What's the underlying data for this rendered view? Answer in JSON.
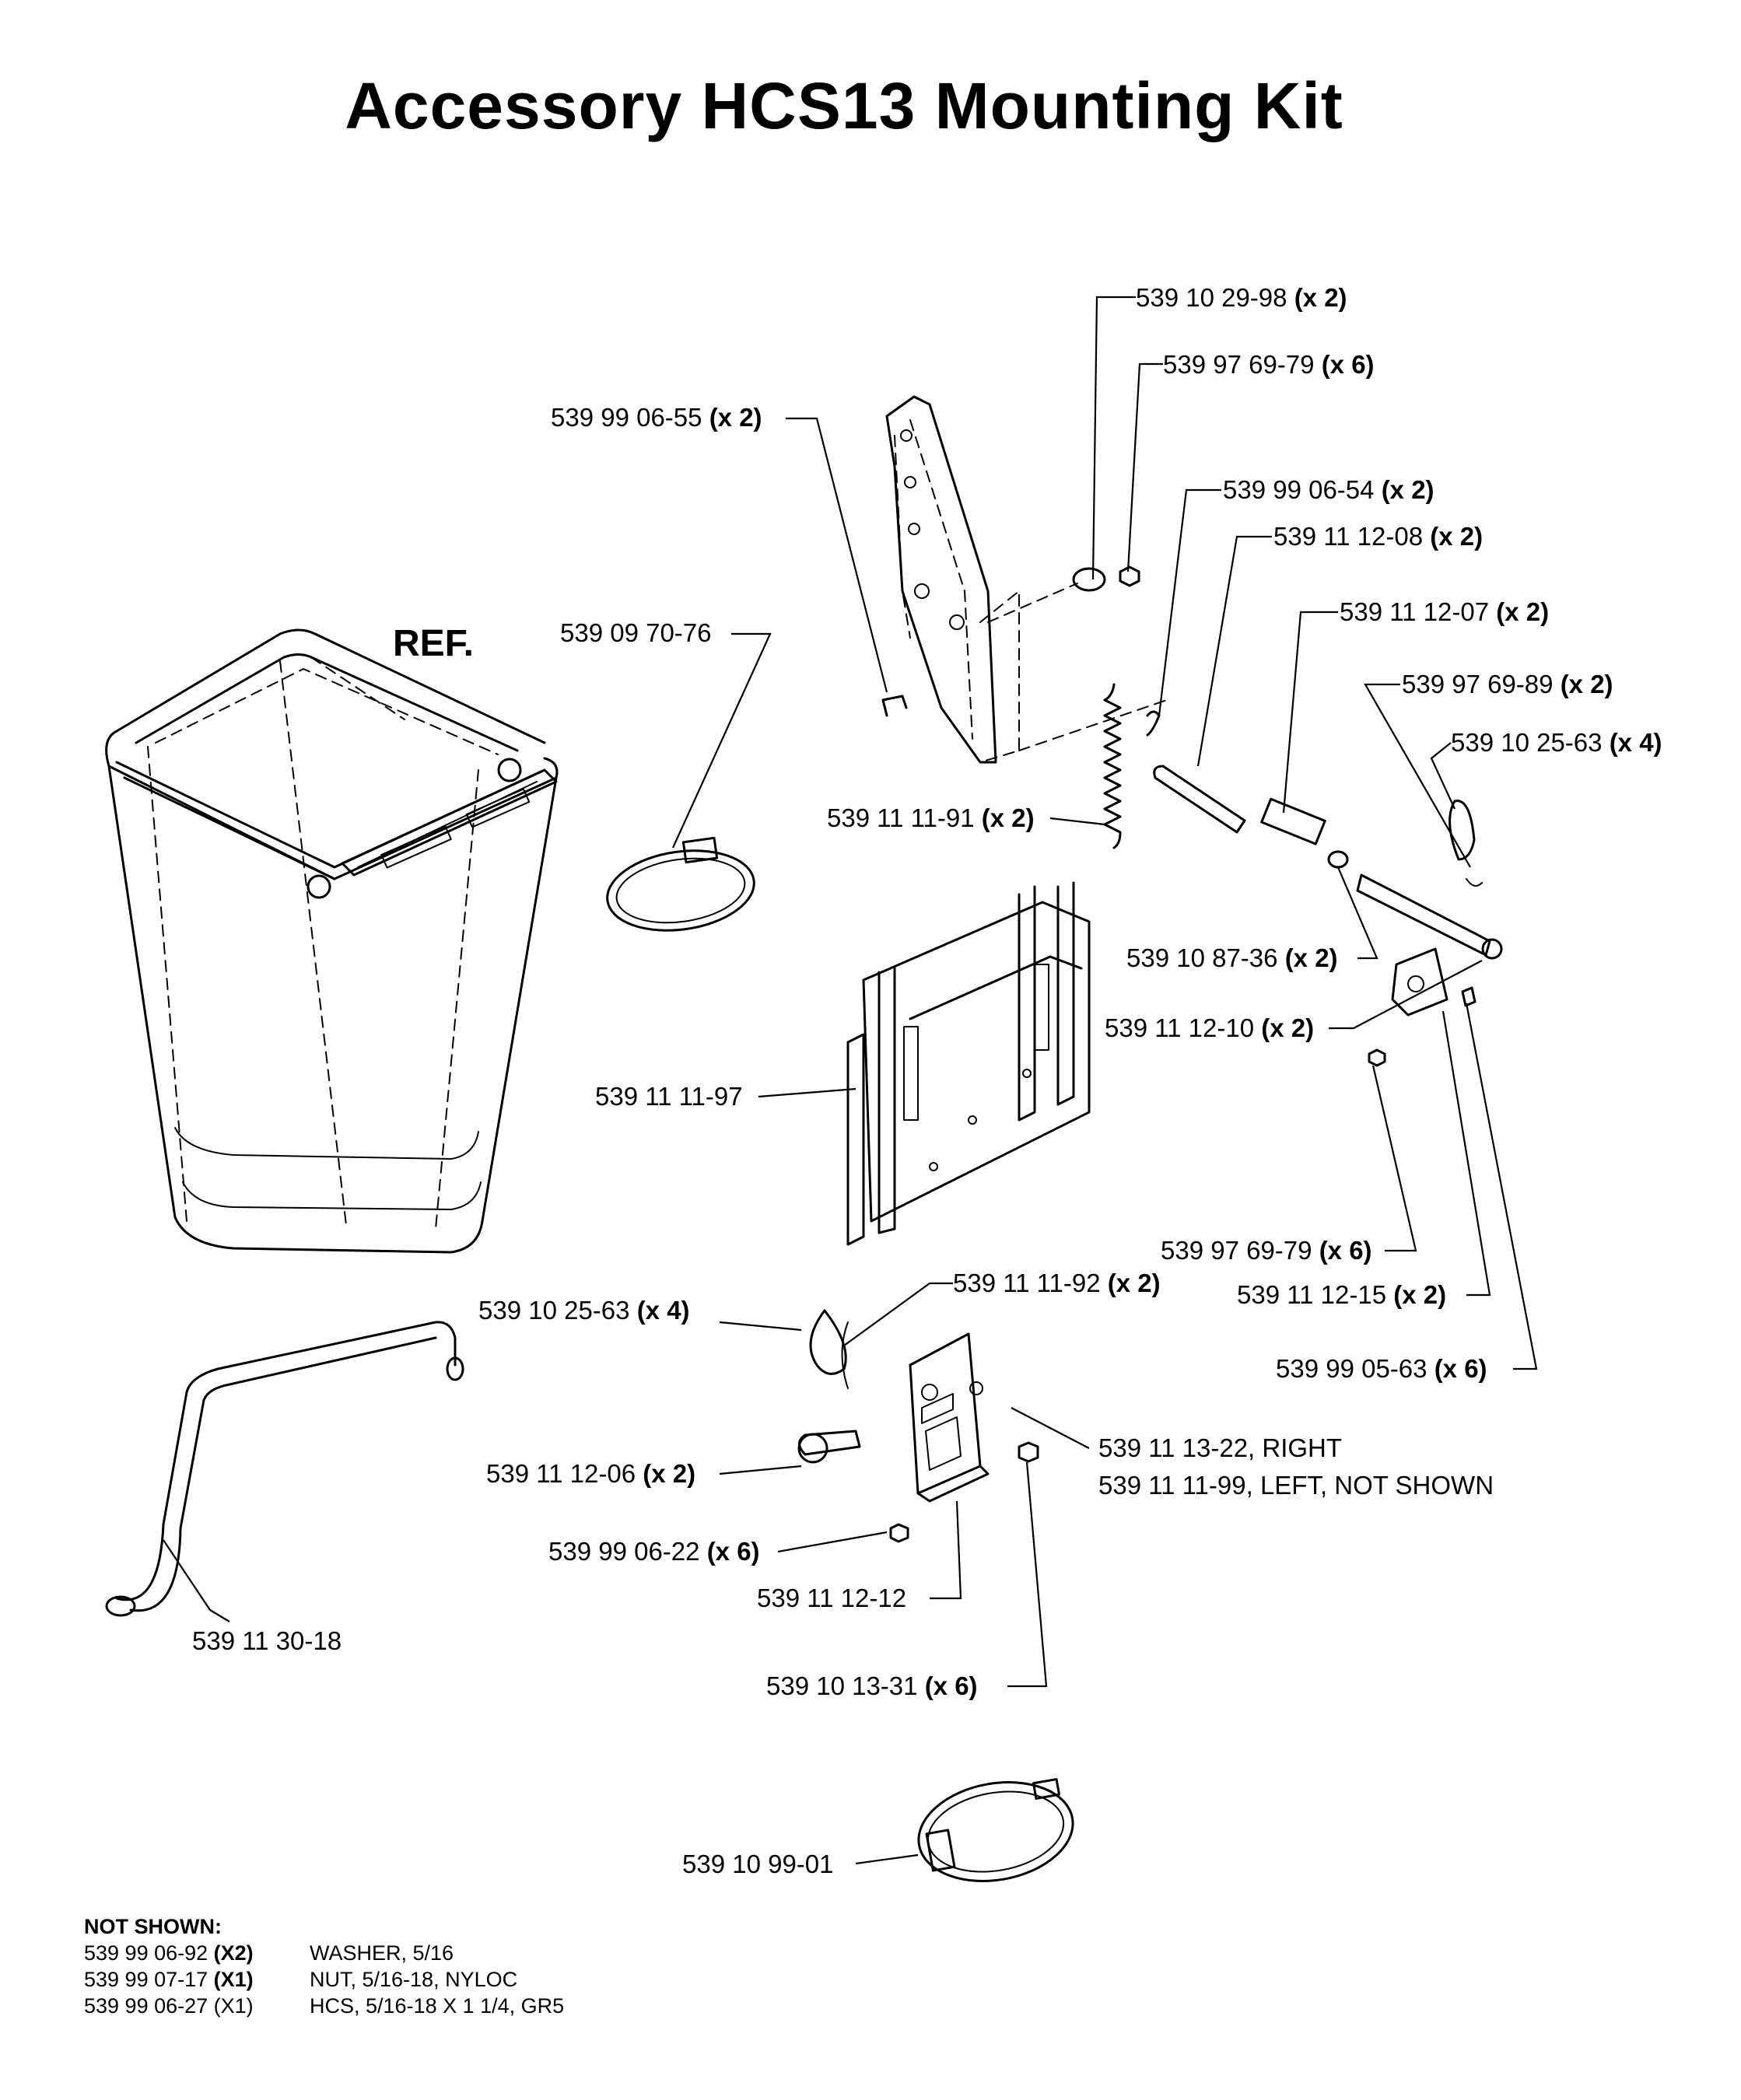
{
  "title": "Accessory HCS13 Mounting Kit",
  "ref_label": "REF.",
  "callouts": [
    {
      "id": "c1",
      "part": "539 10 29-98",
      "qty": "(x 2)"
    },
    {
      "id": "c2",
      "part": "539 97 69-79",
      "qty": "(x 6)"
    },
    {
      "id": "c3",
      "part": "539 99 06-55",
      "qty": "(x 2)"
    },
    {
      "id": "c4",
      "part": "539 99 06-54",
      "qty": "(x 2)"
    },
    {
      "id": "c5",
      "part": "539 11 12-08",
      "qty": "(x 2)"
    },
    {
      "id": "c6",
      "part": "539 11 12-07",
      "qty": "(x 2)"
    },
    {
      "id": "c7",
      "part": "539 09 70-76",
      "qty": ""
    },
    {
      "id": "c8",
      "part": "539 97 69-89",
      "qty": "(x 2)"
    },
    {
      "id": "c9",
      "part": "539 10 25-63",
      "qty": "(x 4)"
    },
    {
      "id": "c10",
      "part": "539 11 11-91",
      "qty": "(x 2)"
    },
    {
      "id": "c11",
      "part": "539 10 87-36",
      "qty": "(x 2)"
    },
    {
      "id": "c12",
      "part": "539 11 12-10",
      "qty": "(x 2)"
    },
    {
      "id": "c13",
      "part": "539 11 11-97",
      "qty": ""
    },
    {
      "id": "c14",
      "part": "539 97 69-79",
      "qty": "(x 6)"
    },
    {
      "id": "c15",
      "part": "539 10 25-63",
      "qty": "(x 4)"
    },
    {
      "id": "c16",
      "part": "539 11 11-92",
      "qty": "(x 2)"
    },
    {
      "id": "c17",
      "part": "539 11 12-15",
      "qty": "(x 2)"
    },
    {
      "id": "c18",
      "part": "539 99 05-63",
      "qty": "(x 6)"
    },
    {
      "id": "c19",
      "part": "539 11 13-22, RIGHT",
      "qty": ""
    },
    {
      "id": "c20",
      "part": "539 11 11-99, LEFT, NOT SHOWN",
      "qty": ""
    },
    {
      "id": "c21",
      "part": "539 11 12-06",
      "qty": "(x 2)"
    },
    {
      "id": "c22",
      "part": "539 99 06-22",
      "qty": "(x 6)"
    },
    {
      "id": "c23",
      "part": "539 11 12-12",
      "qty": ""
    },
    {
      "id": "c24",
      "part": "539 11 30-18",
      "qty": ""
    },
    {
      "id": "c25",
      "part": "539 10 13-31",
      "qty": "(x 6)"
    },
    {
      "id": "c26",
      "part": "539 10 99-01",
      "qty": ""
    }
  ],
  "not_shown": {
    "heading": "NOT SHOWN:",
    "items": [
      {
        "part": "539 99 06-92",
        "qty": "(X2)",
        "desc": "WASHER, 5/16"
      },
      {
        "part": "539 99 07-17",
        "qty": "(X1)",
        "desc": "NUT, 5/16-18, NYLOC"
      },
      {
        "part": "539 99 06-27",
        "qty": "(X1)",
        "desc": "HCS, 5/16-18 X 1 1/4, GR5"
      }
    ]
  }
}
